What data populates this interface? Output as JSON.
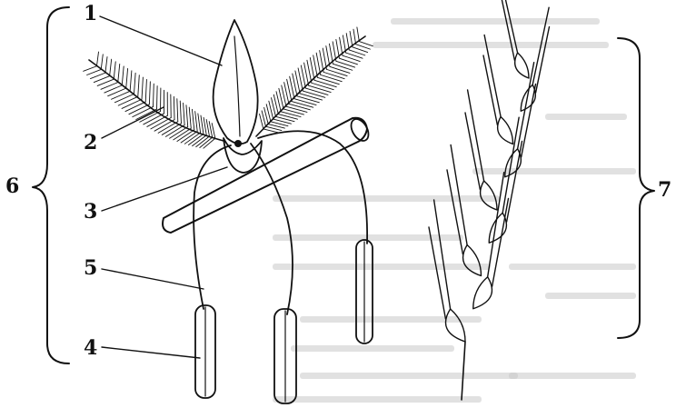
{
  "figure": {
    "labels": {
      "l1": "1",
      "l2": "2",
      "l3": "3",
      "l4": "4",
      "l5": "5",
      "l6": "6",
      "l7": "7"
    }
  },
  "colors": {
    "ink": "#111111",
    "background": "#ffffff",
    "bleed_through": "#c9c9c9"
  }
}
